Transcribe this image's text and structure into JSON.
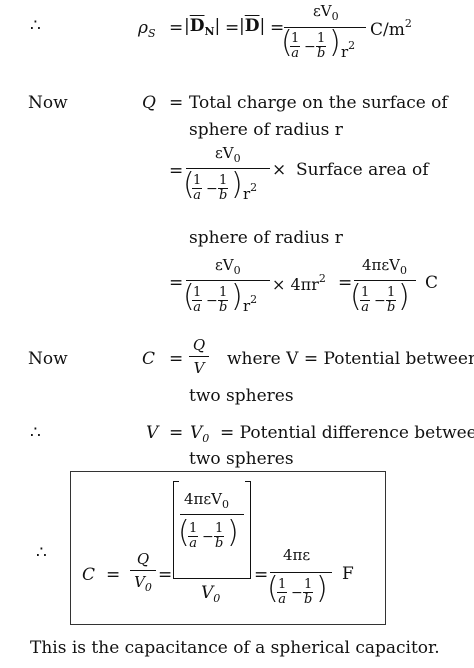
{
  "symbols": {
    "therefore": "∴",
    "equals": "=",
    "times": "×",
    "minus": "−"
  },
  "line1": {
    "rho": "ρ",
    "rho_sub": "S",
    "eq1": "=",
    "abs_dn": "|D",
    "abs_dn_sub": "N",
    "abs_close": "|",
    "eq2": "=",
    "abs_d": "|D|",
    "eq3": "=",
    "num": "εV",
    "num_sub": "0",
    "den_one": "1",
    "den_a": "a",
    "den_b": "b",
    "den_r": "r",
    "den_exp": "2",
    "unit": "C/m",
    "unit_exp": "2"
  },
  "line2": {
    "label": "Now",
    "lhs": "Q",
    "eq": "=",
    "text": "Total charge on the surface of",
    "text2": "sphere of radius r"
  },
  "line3": {
    "eq": "=",
    "num": "εV",
    "num_sub": "0",
    "times": "×",
    "text": "Surface area of",
    "text2": "sphere of radius r"
  },
  "line4": {
    "eq": "=",
    "times_expr": "× 4πr",
    "exp": "2",
    "eq2": "=",
    "num2": "4πεV",
    "num2_sub": "0",
    "unit": "C"
  },
  "line5": {
    "label": "Now",
    "lhs": "C",
    "eq": "=",
    "num": "Q",
    "den": "V",
    "text": "where V = Potential between",
    "text2": "two spheres"
  },
  "line6": {
    "therefore": "∴",
    "lhs": "V",
    "eq": "=",
    "rhs": "V",
    "rhs_sub": "0",
    "text": "= Potential difference between",
    "text2": "two spheres"
  },
  "boxed": {
    "therefore": "∴",
    "lhs": "C",
    "eq": "=",
    "frac_num": "Q",
    "frac_den": "V",
    "frac_den_sub": "0",
    "eq2": "=",
    "big_num": "4πεV",
    "big_num_sub": "0",
    "big_den": "V",
    "big_den_sub": "0",
    "eq3": "=",
    "res_num": "4πε",
    "unit": "F"
  },
  "conclusion": "This is the capacitance of a spherical capacitor."
}
